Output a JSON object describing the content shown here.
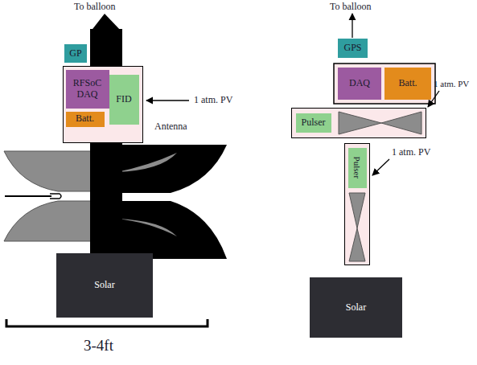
{
  "diagram": {
    "nodes": [
      {
        "text": [
          "GP"
        ]
      },
      {
        "text": [
          "1 atm. PV"
        ]
      },
      {
        "text": [
          "RFSoC DAQ"
        ],
        "in": 1
      },
      {
        "text": [
          "Batt."
        ],
        "in": 1
      },
      {
        "text": [
          "FID"
        ],
        "in": 1
      },
      {
        "text": [
          "Solar"
        ]
      },
      {
        "text": [
          "GPS"
        ]
      },
      {
        "text": [
          "DAQ"
        ]
      },
      {
        "text": [
          "Batt."
        ]
      },
      {
        "text": [
          "1 atm. PV"
        ]
      },
      {
        "text": [
          "Pulser"
        ],
        "in": 9
      },
      {
        "text": [
          "1 atm. PV"
        ]
      },
      {
        "text": [
          "Pulser"
        ],
        "in": 11
      },
      {
        "text": [
          "Solar"
        ]
      }
    ],
    "labels": [
      "To balloon",
      "Antenna",
      "3-4ft",
      "To balloon"
    ]
  }
}
